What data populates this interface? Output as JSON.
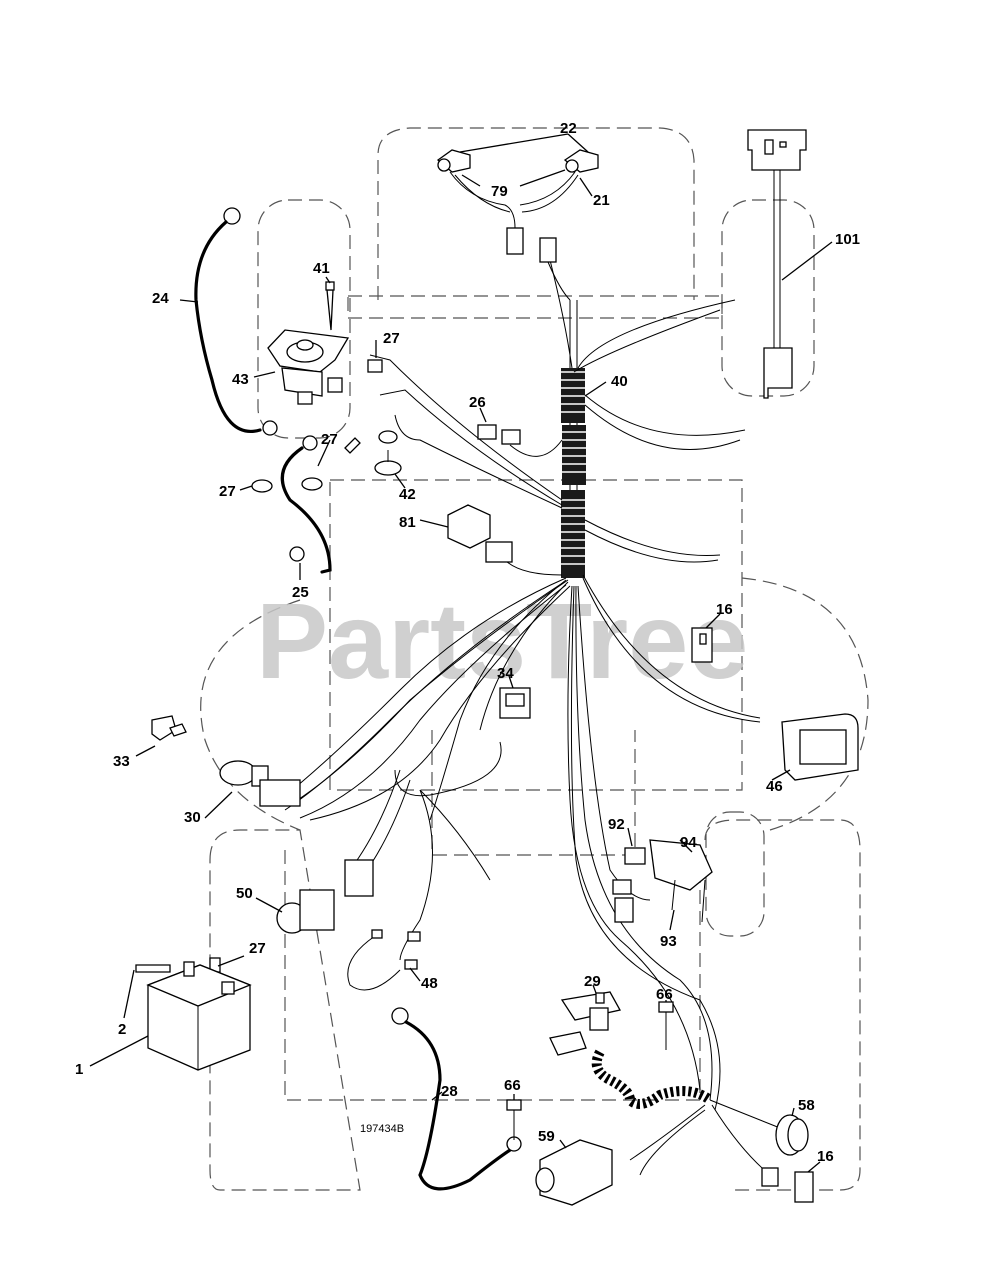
{
  "watermark": "PartsTree",
  "drawing_number": "197434B",
  "callouts": {
    "c1": "1",
    "c2": "2",
    "c16a": "16",
    "c16b": "16",
    "c21": "21",
    "c22": "22",
    "c24": "24",
    "c25": "25",
    "c26": "26",
    "c27a": "27",
    "c27b": "27",
    "c27c": "27",
    "c27d": "27",
    "c28": "28",
    "c29": "29",
    "c30": "30",
    "c33": "33",
    "c34": "34",
    "c40": "40",
    "c41": "41",
    "c42": "42",
    "c43": "43",
    "c46": "46",
    "c48": "48",
    "c50": "50",
    "c58": "58",
    "c59": "59",
    "c66a": "66",
    "c66b": "66",
    "c79": "79",
    "c81": "81",
    "c92": "92",
    "c93": "93",
    "c94": "94",
    "c101": "101"
  },
  "colors": {
    "line": "#000000",
    "outline": "#555555",
    "watermark": "#c8c8c8",
    "background": "#ffffff"
  }
}
